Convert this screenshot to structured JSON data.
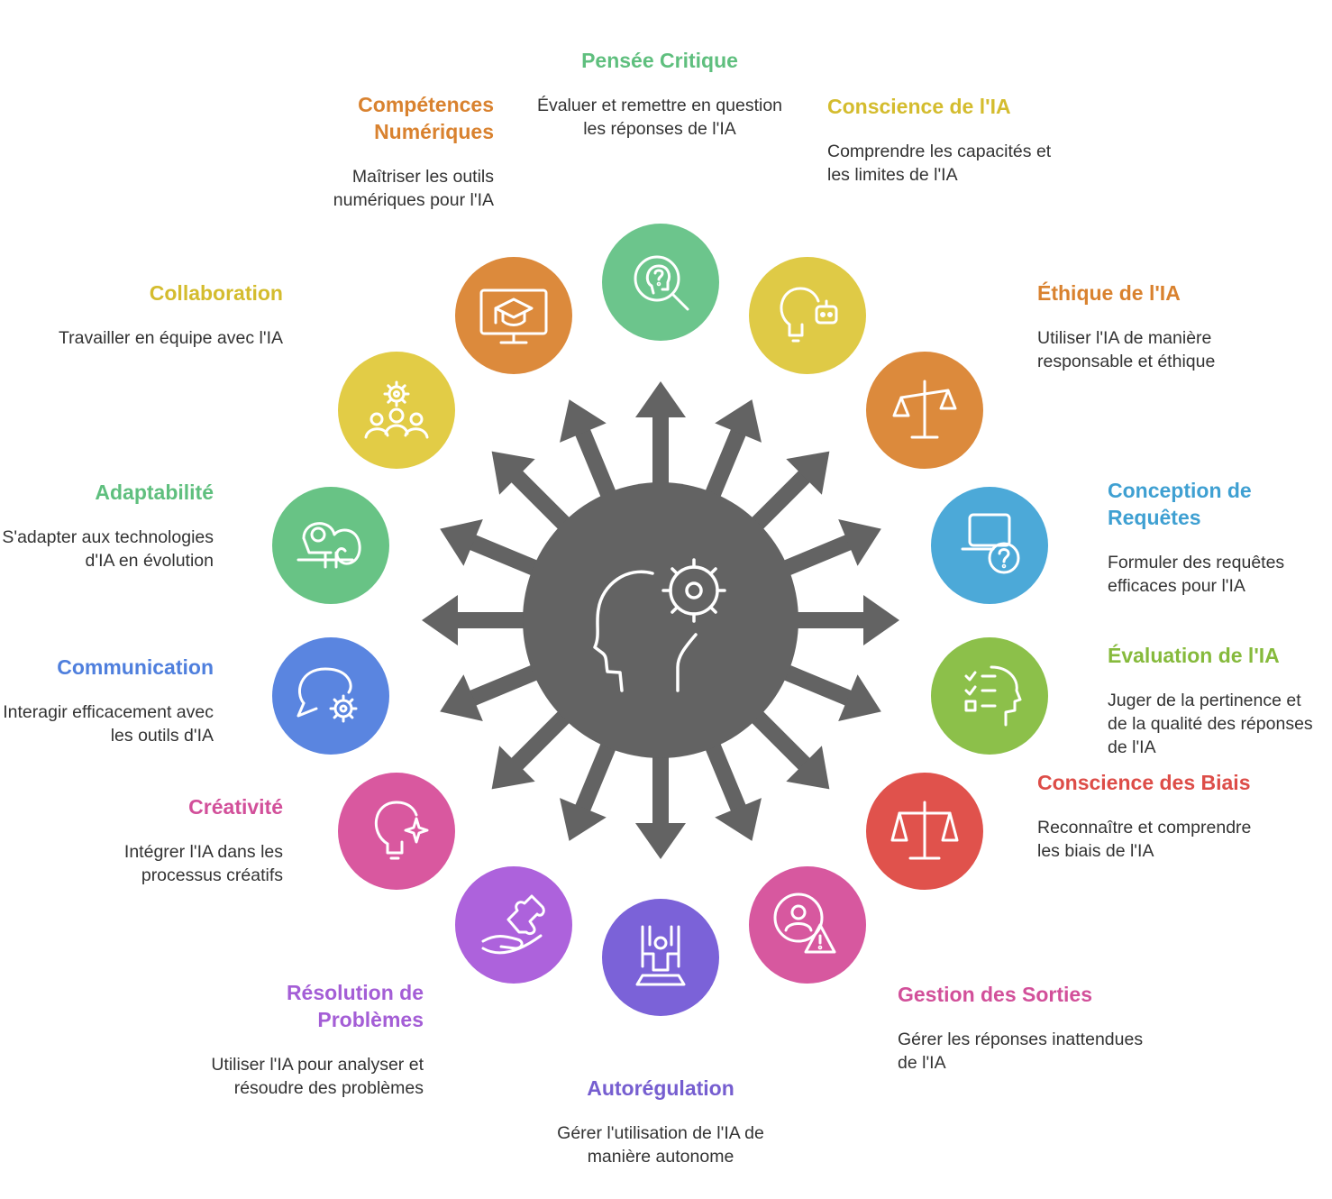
{
  "colors": {
    "hub": "#636363",
    "critical_thinking": "#6cc58c",
    "ai_awareness": "#dfca46",
    "ethics": "#dc8a3c",
    "query_design": "#4ca9d8",
    "ai_evaluation": "#8cc04a",
    "bias": "#e0524c",
    "outputs": "#d7589f",
    "self_regulation": "#7b62d8",
    "problem_solving": "#ad62dc",
    "creativity": "#d9589f",
    "communication": "#5a85e0",
    "adaptability": "#68c385",
    "collaboration": "#e2cc46",
    "digital_skills": "#dc8a3c"
  },
  "hub": {
    "icon": "head-gear-icon"
  },
  "skills": [
    {
      "key": "critical_thinking",
      "title": "Pensée Critique",
      "title_color": "#5fbf7e",
      "desc": "Évaluer et remettre en question les réponses de l'IA",
      "icon": "head-question-magnifier-icon"
    },
    {
      "key": "ai_awareness",
      "title": "Conscience de l'IA",
      "title_color": "#d4bc2e",
      "desc": "Comprendre les capacités et les limites de l'IA",
      "icon": "lightbulb-robot-icon"
    },
    {
      "key": "ethics",
      "title": "Éthique de l'IA",
      "title_color": "#d9822f",
      "desc": "Utiliser l'IA de manière responsable et éthique",
      "icon": "scales-icon"
    },
    {
      "key": "query_design",
      "title": "Conception de Requêtes",
      "title_color": "#3fa0d2",
      "desc": "Formuler des requêtes efficaces pour l'IA",
      "icon": "laptop-question-icon"
    },
    {
      "key": "ai_evaluation",
      "title": "Évaluation de l'IA",
      "title_color": "#86ba3c",
      "desc": "Juger de la pertinence et de la qualité des réponses de l'IA",
      "icon": "head-checklist-icon"
    },
    {
      "key": "bias",
      "title": "Conscience des Biais",
      "title_color": "#dd4d48",
      "desc": "Reconnaître et comprendre les biais de l'IA",
      "icon": "balance-scale-icon"
    },
    {
      "key": "outputs",
      "title": "Gestion des Sorties",
      "title_color": "#d2509a",
      "desc": "Gérer les réponses inattendues de l'IA",
      "icon": "user-warning-icon"
    },
    {
      "key": "self_regulation",
      "title": "Autorégulation",
      "title_color": "#765ed0",
      "desc": "Gérer l'utilisation de l'IA de manière autonome",
      "icon": "person-swing-icon"
    },
    {
      "key": "problem_solving",
      "title": "Résolution de Problèmes",
      "title_color": "#a45ed6",
      "desc": "Utiliser l'IA pour analyser et résoudre des problèmes",
      "icon": "hand-puzzle-icon"
    },
    {
      "key": "creativity",
      "title": "Créativité",
      "title_color": "#d2509a",
      "desc": "Intégrer l'IA dans les processus créatifs",
      "icon": "lightbulb-sparkle-icon"
    },
    {
      "key": "communication",
      "title": "Communication",
      "title_color": "#4f7fdd",
      "desc": "Interagir efficacement avec les outils d'IA",
      "icon": "chat-gear-icon"
    },
    {
      "key": "adaptability",
      "title": "Adaptabilité",
      "title_color": "#5fbf7e",
      "desc": "S'adapter aux technologies d'IA en évolution",
      "icon": "chameleon-icon"
    },
    {
      "key": "collaboration",
      "title": "Collaboration",
      "title_color": "#d4bc2e",
      "desc": "Travailler en équipe avec l'IA",
      "icon": "team-gear-icon"
    },
    {
      "key": "digital_skills",
      "title": "Compétences Numériques",
      "title_color": "#d9822f",
      "desc": "Maîtriser les outils numériques pour l'IA",
      "icon": "monitor-graduation-icon"
    }
  ]
}
